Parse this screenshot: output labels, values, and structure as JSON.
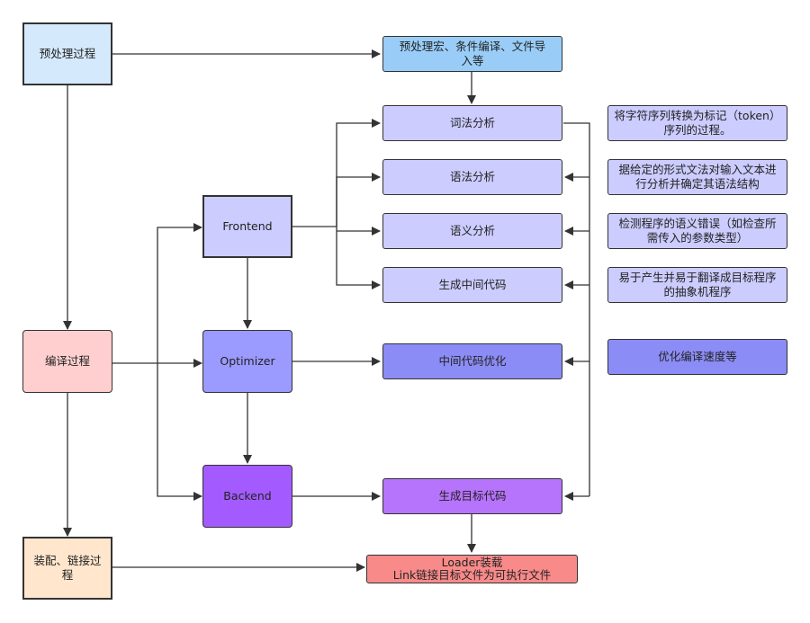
{
  "colors": {
    "stage_preprocess": "#d4e9fc",
    "stage_compile": "#ffcfcf",
    "stage_link": "#ffe6cc",
    "preprocess_box": "#99cdf8",
    "lavender_light": "#ccccff",
    "frontend_box": "#ccccff",
    "optimizer": "#9a9aff",
    "optimize_box": "#8c8cf6",
    "backend": "#a35bff",
    "codegen_box": "#b673fb",
    "loader": "#f98a8a",
    "line": "#333333"
  },
  "stages": {
    "preprocess": "预处理过程",
    "compile": "编译过程",
    "link": "装配、链接过程"
  },
  "phases": {
    "frontend": "Frontend",
    "optimizer": "Optimizer",
    "backend": "Backend"
  },
  "steps": {
    "preprocess": "预处理宏、条件编译、文件导入等",
    "lexical": "词法分析",
    "syntax": "语法分析",
    "semantic": "语义分析",
    "ir": "生成中间代码",
    "ir_opt": "中间代码优化",
    "codegen": "生成目标代码",
    "loader_line1": "Loader装载",
    "loader_line2": "Link链接目标文件为可执行文件"
  },
  "notes": {
    "lexical": "将字符序列转换为标记（token）序列的过程。",
    "syntax": "据给定的形式文法对输入文本进行分析并确定其语法结构",
    "semantic": "检测程序的语义错误（如检查所需传入的参数类型）",
    "ir": "易于产生并易于翻译成目标程序的抽象机程序",
    "opt": "优化编译速度等"
  }
}
